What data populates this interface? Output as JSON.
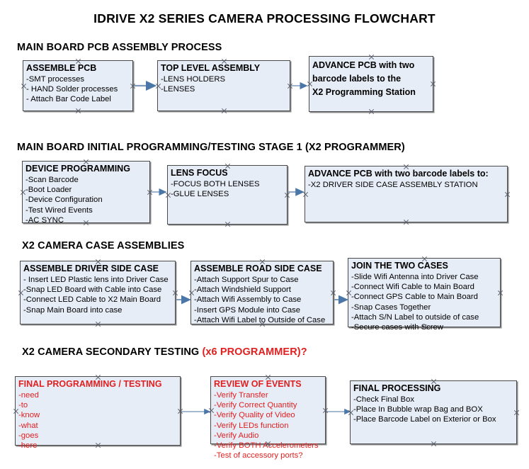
{
  "document": {
    "title": "IDRIVE X2  SERIES CAMERA PROCESSING FLOWCHART",
    "accent_color": "#e02020",
    "node_fill": "#e7edf7",
    "node_border": "#4a4a4a",
    "connector_color": "#6f8fb5"
  },
  "sections": [
    {
      "id": "main-board-pcb-assembly-process",
      "heading": "MAIN BOARD PCB ASSEMBLY PROCESS",
      "heading_accent": ""
    },
    {
      "id": "main-board-initial-programming",
      "heading": "MAIN BOARD INITIAL PROGRAMMING/TESTING STAGE 1 (X2 PROGRAMMER)",
      "heading_accent": ""
    },
    {
      "id": "x2-camera-case-assemblies",
      "heading": "X2 CAMERA CASE ASSEMBLIES",
      "heading_accent": ""
    },
    {
      "id": "x2-camera-secondary-testing",
      "heading": "X2 CAMERA SECONDARY TESTING ",
      "heading_accent": "(x6 PROGRAMMER)?"
    }
  ],
  "nodes": [
    {
      "id": "assemble-pcb",
      "title": "ASSEMBLE PCB",
      "lines": [
        "-SMT processes",
        "- HAND Solder processes",
        "- Attach Bar Code Label"
      ]
    },
    {
      "id": "top-level-assembly",
      "title": "TOP LEVEL ASSEMBLY",
      "lines": [
        "-LENS HOLDERS",
        "-LENSES"
      ]
    },
    {
      "id": "advance-pcb-x2-programming-station",
      "title": "ADVANCE PCB with two",
      "title_line2": "barcode labels to the",
      "title_line3": " X2 Programming Station",
      "lines": []
    },
    {
      "id": "device-programming",
      "title": "DEVICE PROGRAMMING",
      "lines": [
        "-Scan Barcode",
        "-Boot Loader",
        "-Device Configuration",
        "-Test Wired Events",
        "-AC SYNC"
      ]
    },
    {
      "id": "lens-focus",
      "title": "LENS FOCUS",
      "lines": [
        "-FOCUS BOTH LENSES",
        "-GLUE LENSES"
      ]
    },
    {
      "id": "advance-pcb-driver-side-case",
      "title": "ADVANCE PCB with two barcode labels to:",
      "lines": [
        "-X2 DRIVER  SIDE  CASE  ASSEMBLY STATION"
      ]
    },
    {
      "id": "assemble-driver-side-case",
      "title": "ASSEMBLE DRIVER SIDE CASE",
      "lines": [
        "- Insert LED Plastic lens into Driver Case",
        "-Snap LED Board with Cable into Case",
        "-Connect LED Cable to X2 Main Board",
        "-Snap Main Board into case"
      ]
    },
    {
      "id": "assemble-road-side-case",
      "title": "ASSEMBLE ROAD SIDE CASE",
      "lines": [
        "-Attach Support Spur to Case",
        "-Attach Windshield Support",
        "-Attach Wifi Assembly to Case",
        "-Insert GPS Module into Case",
        "-Attach Wifi Label to Outside of Case"
      ]
    },
    {
      "id": "join-the-two-cases",
      "title": "JOIN THE TWO CASES",
      "lines": [
        "-Slide Wifi Antenna into Driver Case",
        "-Connect Wifi Cable to Main Board",
        "-Connect GPS Cable to Main Board",
        "-Snap Cases Together",
        "-Attach S/N Label to outside of case",
        "-Secure cases with Screw"
      ]
    },
    {
      "id": "final-programming-testing",
      "title": "FINAL PROGRAMMING / TESTING",
      "lines": [
        "-need",
        "-to",
        "-know",
        "-what",
        "-goes",
        "-here"
      ]
    },
    {
      "id": "review-of-events",
      "title": "REVIEW OF EVENTS",
      "lines": [
        "-Verify Transfer",
        "-Verify Correct Quantity",
        "-Verify Quality of Video",
        "-Verify LEDs function",
        "-Verify Audio",
        "-Verify BOTH Accelerometers",
        "-Test of accessory ports?"
      ]
    },
    {
      "id": "final-processing",
      "title": "FINAL PROCESSING",
      "lines": [
        " -Check Final Box",
        "-Place In Bubble wrap Bag and BOX",
        "-Place Barcode Label on Exterior or Box"
      ]
    }
  ]
}
